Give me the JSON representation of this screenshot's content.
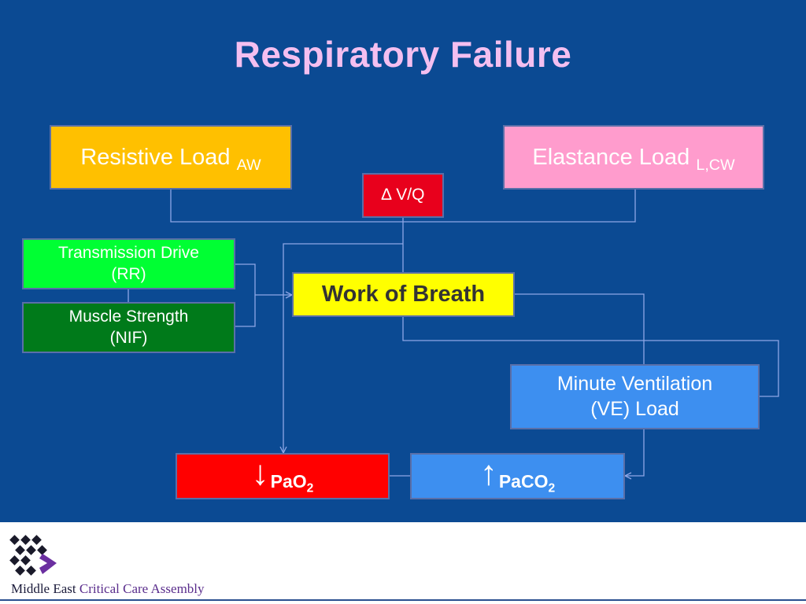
{
  "title": "Respiratory Failure",
  "colors": {
    "background": "#0b4a93",
    "title": "#f4bff0",
    "connector": "#8ea6e6",
    "resistive": "#ffc000",
    "elastance": "#ff9ccd",
    "vq": "#e8001c",
    "transmission": "#00ff33",
    "muscle": "#007a1a",
    "work": "#ffff00",
    "minute_vent": "#3d8ff0",
    "pao2": "#ff0000",
    "paco2": "#3d8ff0"
  },
  "nodes": {
    "resistive_load": {
      "label": "Resistive Load ",
      "sub": "AW"
    },
    "elastance_load": {
      "label": "Elastance Load ",
      "sub": "L,CW"
    },
    "vq": {
      "symbol": "∆",
      "label": " V/Q"
    },
    "transmission_drive": {
      "line1": "Transmission Drive",
      "line2": "(RR)"
    },
    "muscle_strength": {
      "line1": "Muscle Strength",
      "line2": "(NIF)"
    },
    "work_of_breath": {
      "label": "Work of Breath"
    },
    "minute_ventilation": {
      "line1": "Minute Ventilation",
      "line2": "(VE) Load"
    },
    "pao2": {
      "arrow": "↓",
      "label": "PaO",
      "sub": "2"
    },
    "paco2": {
      "arrow": "↑",
      "label": "PaCO",
      "sub": "2"
    }
  },
  "footer": {
    "org_part1": "Middle East ",
    "org_part2": "Critical Care Assembly",
    "logo_icon": "diamond-grid-logo"
  }
}
